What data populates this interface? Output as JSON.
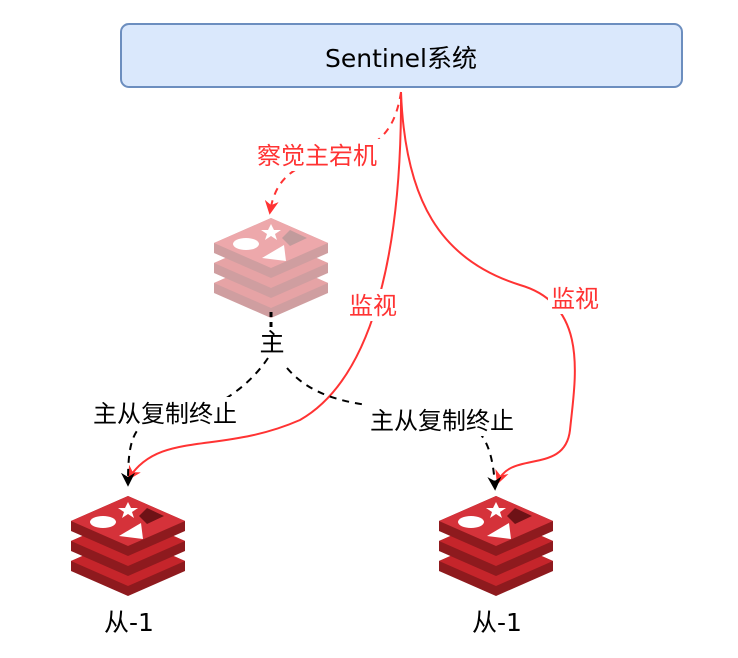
{
  "sentinel": {
    "title": "Sentinel系统"
  },
  "master": {
    "label": "主"
  },
  "replicas": [
    {
      "label": "从-1"
    },
    {
      "label": "从-1"
    }
  ],
  "edges": {
    "detect_down": "察觉主宕机",
    "monitor_left": "监视",
    "monitor_right": "监视",
    "replication_stop_left": "主从复制终止",
    "replication_stop_right": "主从复制终止"
  },
  "colors": {
    "box_fill": "#dae8fc",
    "box_stroke": "#6c8ebf",
    "accent_red": "#ff3333",
    "redis_red": "#c5252b",
    "redis_dark": "#8e1a1e",
    "master_faded": "#e9a7a7"
  },
  "icons": {
    "master": "redis-icon-faded",
    "replica": "redis-icon"
  }
}
